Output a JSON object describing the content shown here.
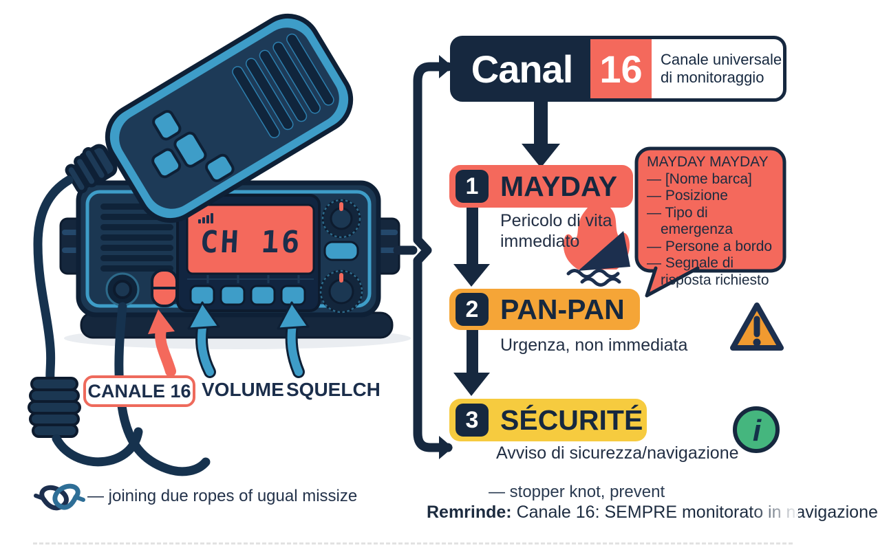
{
  "colors": {
    "navy": "#16283f",
    "coral": "#f4695c",
    "orange": "#f5a537",
    "yellow": "#f6cb3f",
    "blue": "#3e9dc8",
    "green": "#45b67e"
  },
  "header": {
    "brand": "Canal",
    "channel": "16",
    "subtitle_line1": "Canale universale",
    "subtitle_line2": "di monitoraggio"
  },
  "radio": {
    "display": "CH 16",
    "label_channel": "CANALE 16",
    "label_volume": "VOLUME",
    "label_squelch": "SQUELCH"
  },
  "steps": [
    {
      "number": "1",
      "title": "MAYDAY",
      "description": "Pericolo di vita immediato"
    },
    {
      "number": "2",
      "title": "PAN-PAN",
      "description": "Urgenza, non immediata"
    },
    {
      "number": "3",
      "title": "SÉCURITÉ",
      "description": "Avviso di sicurezza/navigazione"
    }
  ],
  "callout": {
    "title": "MAYDAY MAYDAY",
    "items": [
      "— [Nome barca]",
      "— Posizione",
      "— Tipo di emergenza",
      "— Persone a bordo",
      "— Segnale di risposta richiesto"
    ]
  },
  "icons": {
    "fire": "fire-sinking-boat-icon",
    "warning": "warning-triangle-icon",
    "info": "info-icon",
    "knot": "rope-knot-icon"
  },
  "footer": {
    "knot_caption": "— joining due ropes of ugual missize",
    "note": "— stopper knot, prevent",
    "reminder_label": "Remrinde:",
    "reminder_text": " Canale 16: SEMPRE monitorato in navigazione"
  }
}
